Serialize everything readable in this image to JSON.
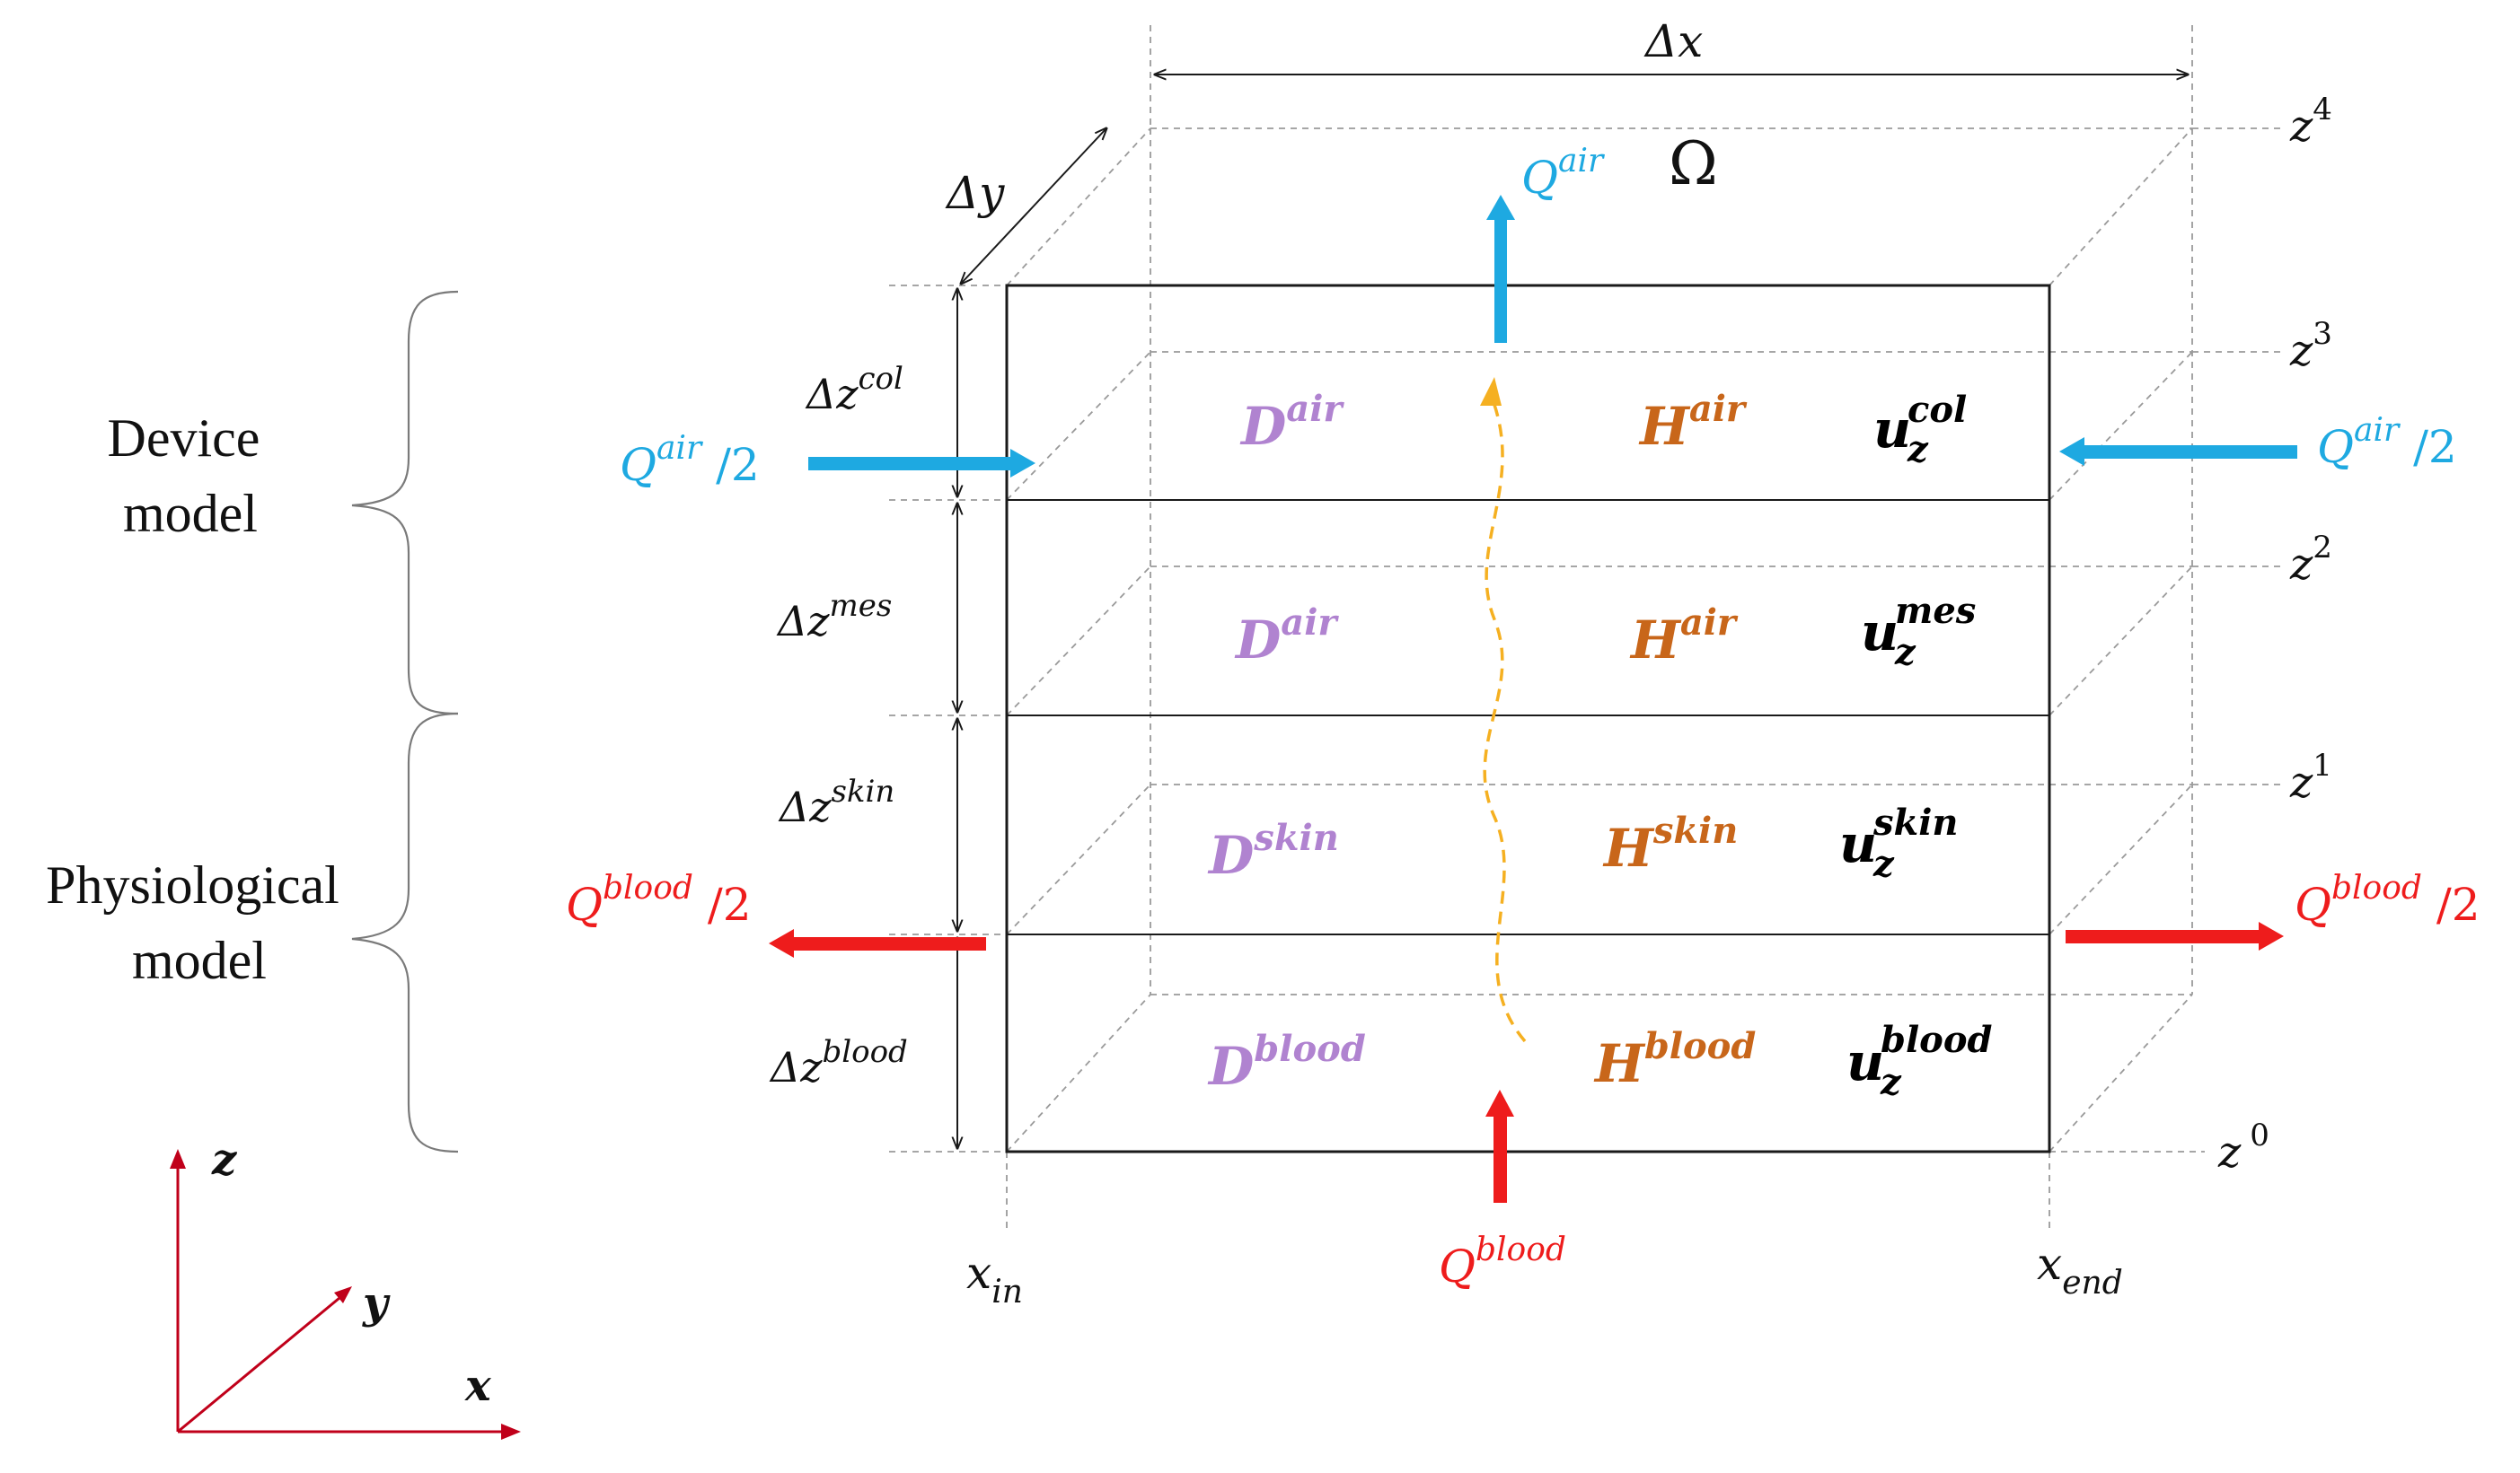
{
  "colors": {
    "air_flow": "#1ea9e1",
    "blood_flow": "#ee1c1c",
    "diffusion": "#b083d0",
    "partition": "#c8661a",
    "velocity": "#000000",
    "transport_path": "#f5b021",
    "axes": "#c0001a",
    "box": "#1a1a1a",
    "dashed": "#9a9a9a"
  },
  "domain_symbol": "Ω",
  "dimensions": {
    "dx": "Δx",
    "dy": "Δy"
  },
  "levels": [
    {
      "base": "z",
      "sup": "4"
    },
    {
      "base": "z",
      "sup": "3"
    },
    {
      "base": "z",
      "sup": "2"
    },
    {
      "base": "z",
      "sup": "1"
    },
    {
      "base": "z",
      "sup": "0"
    }
  ],
  "thickness": [
    {
      "base": "Δz",
      "sup": "col"
    },
    {
      "base": "Δz",
      "sup": "mes"
    },
    {
      "base": "Δz",
      "sup": "skin"
    },
    {
      "base": "Δz",
      "sup": "blood"
    }
  ],
  "layers": [
    {
      "D": {
        "base": "D",
        "sup": "air"
      },
      "H": {
        "base": "H",
        "sup": "air"
      },
      "u": {
        "base": "u",
        "sub": "z",
        "sup": "col"
      }
    },
    {
      "D": {
        "base": "D",
        "sup": "air"
      },
      "H": {
        "base": "H",
        "sup": "air"
      },
      "u": {
        "base": "u",
        "sub": "z",
        "sup": "mes"
      }
    },
    {
      "D": {
        "base": "D",
        "sup": "skin"
      },
      "H": {
        "base": "H",
        "sup": "skin"
      },
      "u": {
        "base": "u",
        "sub": "z",
        "sup": "skin"
      }
    },
    {
      "D": {
        "base": "D",
        "sup": "blood"
      },
      "H": {
        "base": "H",
        "sup": "blood"
      },
      "u": {
        "base": "u",
        "sub": "z",
        "sup": "blood"
      }
    }
  ],
  "flows": {
    "air_top": {
      "base": "Q",
      "sup": "air"
    },
    "air_left": {
      "base": "Q",
      "sup": "air",
      "tail": " /2"
    },
    "air_right": {
      "base": "Q",
      "sup": "air",
      "tail": " /2"
    },
    "blood_left": {
      "base": "Q",
      "sup": "blood",
      "tail": " /2"
    },
    "blood_right": {
      "base": "Q",
      "sup": "blood",
      "tail": " /2"
    },
    "blood_bottom": {
      "base": "Q",
      "sup": "blood"
    }
  },
  "x_labels": {
    "in": {
      "base": "x",
      "sub": "in"
    },
    "end": {
      "base": "x",
      "sub": "end"
    }
  },
  "groups": {
    "device": [
      "Device",
      "model"
    ],
    "physiological": [
      "Physiological",
      "model"
    ]
  },
  "axes": {
    "z": "z",
    "y": "y",
    "x": "x"
  }
}
